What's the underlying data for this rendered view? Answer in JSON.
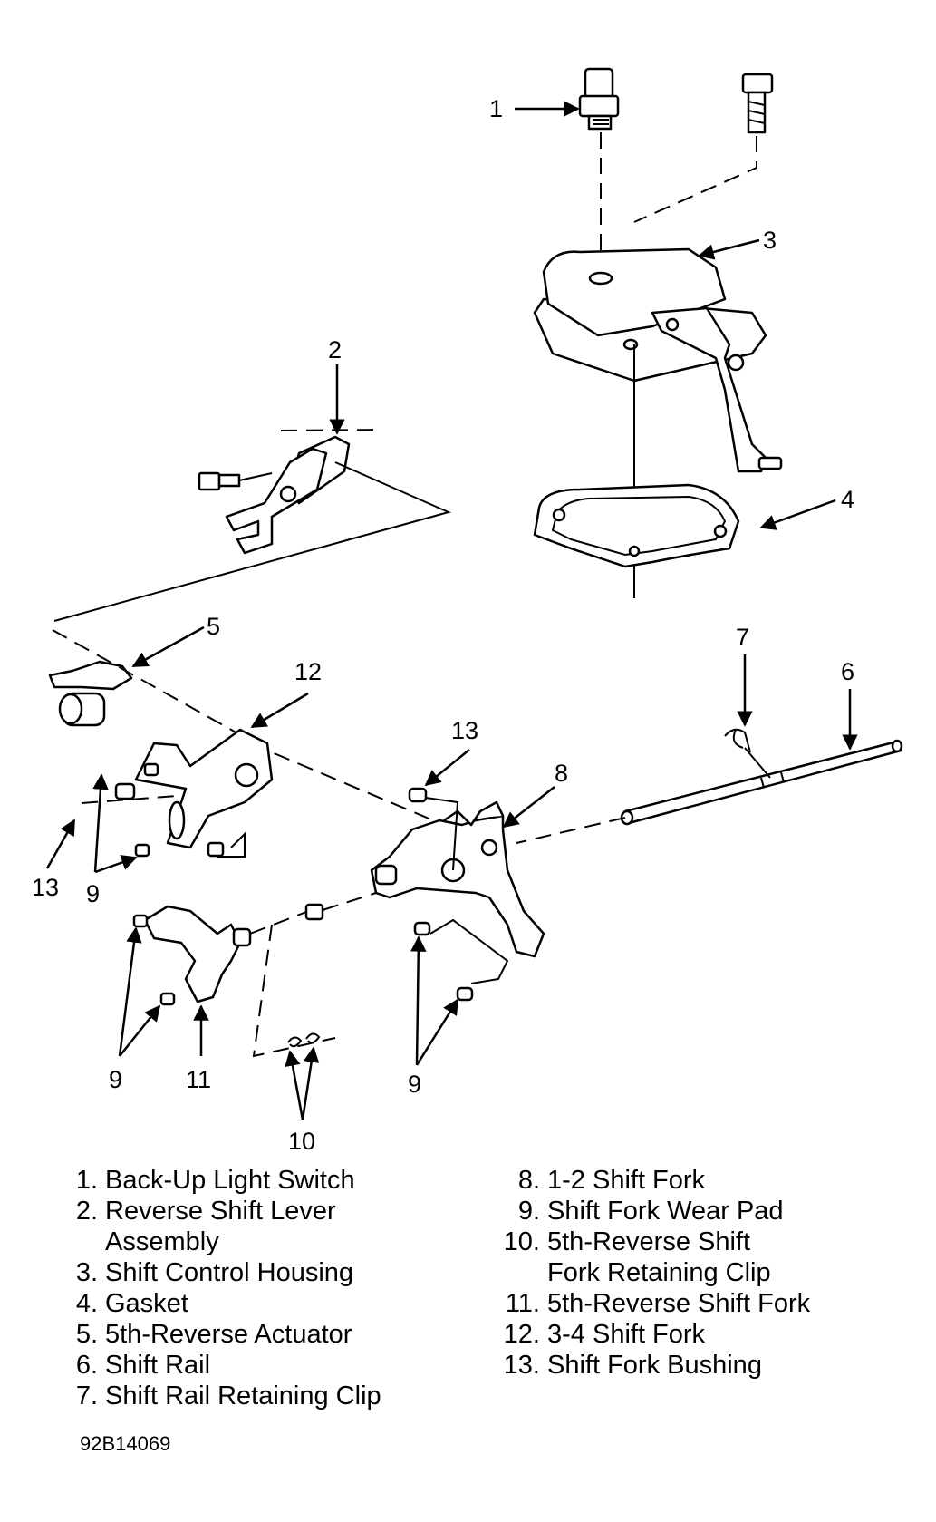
{
  "callouts": [
    {
      "id": "c1",
      "label": "1"
    },
    {
      "id": "c2",
      "label": "2"
    },
    {
      "id": "c3",
      "label": "3"
    },
    {
      "id": "c4",
      "label": "4"
    },
    {
      "id": "c5",
      "label": "5"
    },
    {
      "id": "c6",
      "label": "6"
    },
    {
      "id": "c7",
      "label": "7"
    },
    {
      "id": "c8",
      "label": "8"
    },
    {
      "id": "c9a",
      "label": "9"
    },
    {
      "id": "c9b",
      "label": "9"
    },
    {
      "id": "c9c",
      "label": "9"
    },
    {
      "id": "c10",
      "label": "10"
    },
    {
      "id": "c11",
      "label": "11"
    },
    {
      "id": "c12",
      "label": "12"
    },
    {
      "id": "c13a",
      "label": "13"
    },
    {
      "id": "c13b",
      "label": "13"
    }
  ],
  "legend": {
    "left": [
      {
        "num": "1.",
        "text": "Back-Up Light Switch"
      },
      {
        "num": "2.",
        "text": "Reverse Shift Lever"
      },
      {
        "num": "",
        "text": "Assembly"
      },
      {
        "num": "3.",
        "text": "Shift Control Housing"
      },
      {
        "num": "4.",
        "text": "Gasket"
      },
      {
        "num": "5.",
        "text": "5th-Reverse Actuator"
      },
      {
        "num": "6.",
        "text": "Shift Rail"
      },
      {
        "num": "7.",
        "text": "Shift Rail Retaining Clip"
      }
    ],
    "right": [
      {
        "num": "8.",
        "text": "1-2 Shift Fork"
      },
      {
        "num": "9.",
        "text": "Shift Fork Wear Pad"
      },
      {
        "num": "10.",
        "text": "5th-Reverse Shift"
      },
      {
        "num": "",
        "text": "Fork Retaining Clip"
      },
      {
        "num": "11.",
        "text": "5th-Reverse Shift Fork"
      },
      {
        "num": "12.",
        "text": "3-4 Shift Fork"
      },
      {
        "num": "13.",
        "text": "Shift Fork Bushing"
      }
    ]
  },
  "figure_code": "92B14069"
}
